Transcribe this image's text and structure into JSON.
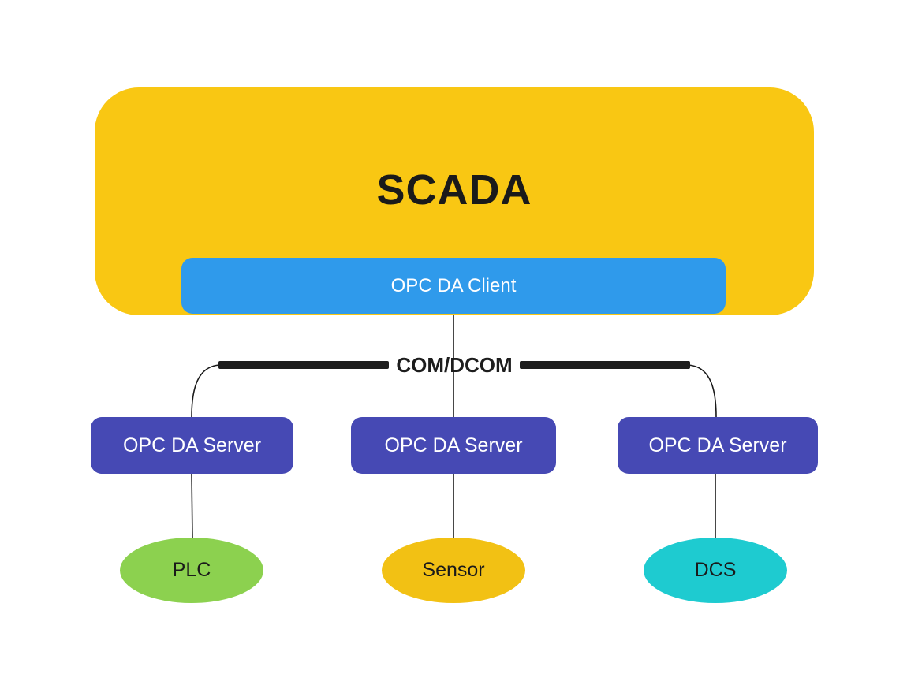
{
  "diagram": {
    "background_color": "#FFFFFF",
    "connector_color": "#1A1A1A",
    "nodes": {
      "scada": {
        "label": "SCADA",
        "color": "#F9C713",
        "text_color": "#1A1A1A"
      },
      "opc_client": {
        "label": "OPC DA Client",
        "color": "#2F9AEB",
        "text_color": "#FFFFFF"
      },
      "bus": {
        "label": "COM/DCOM",
        "bar_color": "#1D1D1D",
        "text_color": "#1D1D1D"
      },
      "servers": [
        {
          "label": "OPC DA Server",
          "color": "#4649B4",
          "text_color": "#FFFFFF"
        },
        {
          "label": "OPC DA Server",
          "color": "#4649B4",
          "text_color": "#FFFFFF"
        },
        {
          "label": "OPC DA Server",
          "color": "#4649B4",
          "text_color": "#FFFFFF"
        }
      ],
      "devices": [
        {
          "label": "PLC",
          "color": "#8CD14F",
          "text_color": "#1A1A1A"
        },
        {
          "label": "Sensor",
          "color": "#F2C114",
          "text_color": "#1A1A1A"
        },
        {
          "label": "DCS",
          "color": "#1ECBD0",
          "text_color": "#1A1A1A"
        }
      ]
    },
    "edges": [
      "opc_client -> bus",
      "bus -> server1",
      "bus -> server2",
      "bus -> server3",
      "server1 -> PLC",
      "server2 -> Sensor",
      "server3 -> DCS"
    ]
  }
}
